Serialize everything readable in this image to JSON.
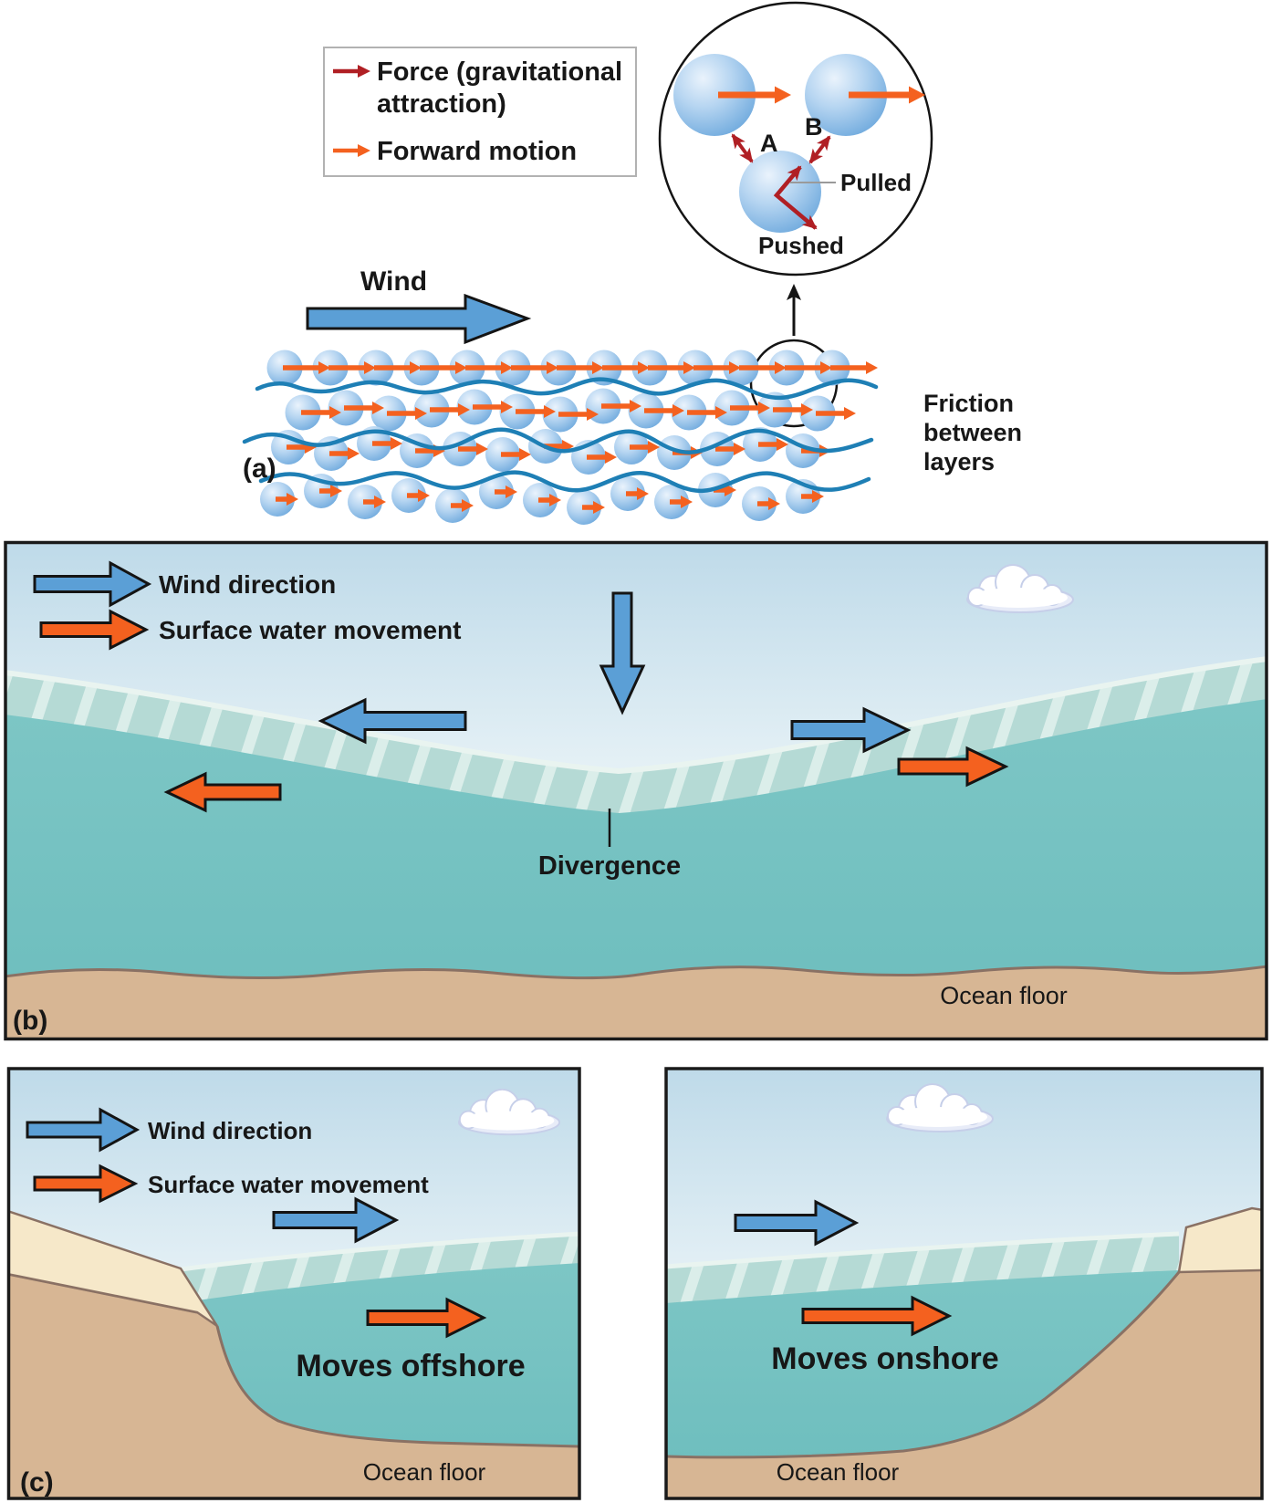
{
  "figure": {
    "panel_a": {
      "label": "(a)",
      "wind_label": "Wind",
      "legend": {
        "force_line1": "Force (gravitational",
        "force_line2": "attraction)",
        "forward": "Forward motion"
      },
      "friction": {
        "line1": "Friction",
        "line2": "between",
        "line3": "layers"
      },
      "inset": {
        "label_a": "A",
        "label_b": "B",
        "pulled": "Pulled",
        "pushed": "Pushed"
      }
    },
    "panel_b": {
      "label": "(b)",
      "legend": {
        "wind": "Wind direction",
        "surface": "Surface water movement"
      },
      "divergence_label": "Divergence",
      "ocean_floor_label": "Ocean floor"
    },
    "panel_c": {
      "label": "(c)",
      "legend": {
        "wind": "Wind direction",
        "surface": "Surface water movement"
      },
      "left_caption": "Moves offshore",
      "left_ocean_floor_label": "Ocean floor",
      "right_caption": "Moves onshore",
      "right_ocean_floor_label": "Ocean floor"
    },
    "colors": {
      "wind_blue": "#5b9fd6",
      "surface_orange": "#f4611f",
      "force_red": "#b01f24",
      "sea_teal": "#74c1c1",
      "floor_tan": "#d7b694",
      "beach_cream": "#f6e8c9",
      "sky_top": "#bedae9",
      "sky_bottom": "#e9f3f7",
      "molecule_blue": "#74b0e2",
      "layer_line_blue": "#1e7fb5"
    }
  }
}
